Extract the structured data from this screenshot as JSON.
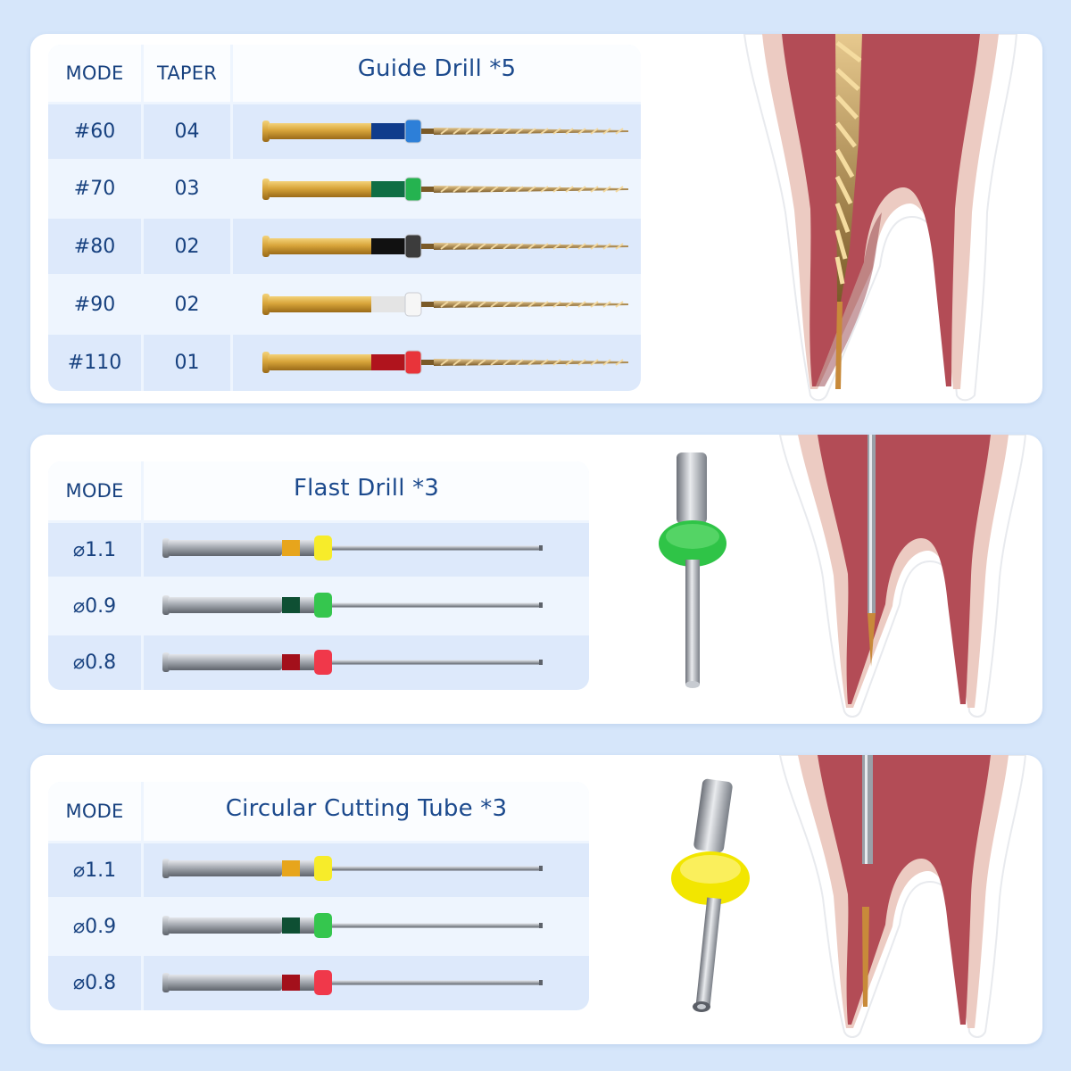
{
  "guide_drill": {
    "headers": {
      "mode": "MODE",
      "taper": "TAPER",
      "title": "Guide Drill *5"
    },
    "rows": [
      {
        "mode": "#60",
        "taper": "04",
        "ring_color": "#2d7fd8",
        "collar_color": "#103c8c"
      },
      {
        "mode": "#70",
        "taper": "03",
        "ring_color": "#25b350",
        "collar_color": "#0f6e44"
      },
      {
        "mode": "#80",
        "taper": "02",
        "ring_color": "#3c3c3c",
        "collar_color": "#111111"
      },
      {
        "mode": "#90",
        "taper": "02",
        "ring_color": "#f6f6f6",
        "collar_color": "#e4e4e4"
      },
      {
        "mode": "#110",
        "taper": "01",
        "ring_color": "#e8343a",
        "collar_color": "#b0141d"
      }
    ]
  },
  "flast_drill": {
    "headers": {
      "mode": "MODE",
      "title": "Flast Drill *3"
    },
    "rows": [
      {
        "mode": "⌀1.1",
        "ring_color": "#f7ec2a",
        "collar_color": "#e7a51c"
      },
      {
        "mode": "⌀0.9",
        "ring_color": "#35c64e",
        "collar_color": "#0e4f33"
      },
      {
        "mode": "⌀0.8",
        "ring_color": "#f0384a",
        "collar_color": "#a3101b"
      }
    ],
    "tip_ring_color": "#2fc447"
  },
  "circular_cutting_tube": {
    "headers": {
      "mode": "MODE",
      "title": "Circular Cutting Tube *3"
    },
    "rows": [
      {
        "mode": "⌀1.1",
        "ring_color": "#f7ec2a",
        "collar_color": "#e7a51c"
      },
      {
        "mode": "⌀0.9",
        "ring_color": "#35c64e",
        "collar_color": "#0e4f33"
      },
      {
        "mode": "⌀0.8",
        "ring_color": "#f0384a",
        "collar_color": "#a3101b"
      }
    ],
    "tip_ring_color": "#f2e600"
  },
  "colors": {
    "text": "#17417f",
    "pulp": "#b65059",
    "dentin": "#ecc9c0",
    "enamel": "#ffffff"
  }
}
